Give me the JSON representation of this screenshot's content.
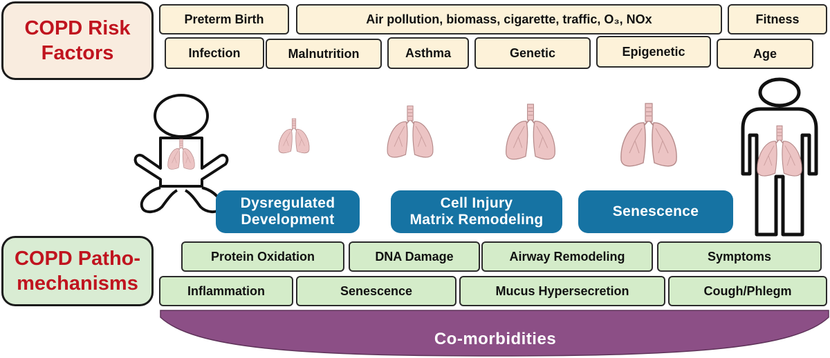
{
  "risk_section": {
    "title_lines": [
      "COPD Risk",
      "Factors"
    ],
    "factors_row1": [
      "Preterm Birth",
      "Air pollution, biomass, cigarette, traffic, O₃, NOx",
      "Fitness"
    ],
    "factors_row2": [
      "Infection",
      "Malnutrition",
      "Asthma",
      "Genetic",
      "Epigenetic",
      "Age"
    ]
  },
  "stages": {
    "dysregulated": [
      "Dysregulated",
      "Development"
    ],
    "injury": [
      "Cell Injury",
      "Matrix Remodeling"
    ],
    "senescence": [
      "Senescence"
    ]
  },
  "patho_section": {
    "title_lines": [
      "COPD Patho-",
      "mechanisms"
    ],
    "row1": [
      "Protein Oxidation",
      "DNA Damage",
      "Airway Remodeling",
      "Symptoms"
    ],
    "row2": [
      "Inflammation",
      "Senescence",
      "Mucus Hypersecretion",
      "Cough/Phlegm"
    ]
  },
  "comorbidities": "Co-morbidities",
  "colors": {
    "title_red": "#c0141f",
    "risk_fill": "#fdf2d9",
    "patho_fill": "#d4ecc9",
    "stage_blue": "#1673a3",
    "comorbidity_purple": "#8c4f86",
    "lung_pink": "#ecc4c4"
  },
  "icons": [
    "baby-icon",
    "lungs-icon",
    "adult-icon"
  ]
}
